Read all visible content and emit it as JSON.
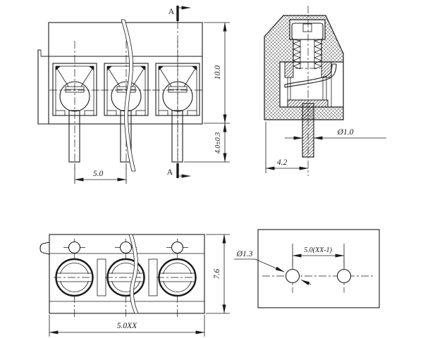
{
  "drawing": {
    "section_label": "A",
    "colors": {
      "line": "#1a1a1a",
      "background": "#ffffff"
    },
    "views": {
      "front": {
        "dims": {
          "pin_pitch": "5.0",
          "body_height": "10.0",
          "pin_length": "4.0±0.3"
        }
      },
      "section": {
        "dims": {
          "pin_diameter": "Ø1.0",
          "pin_offset": "4.2"
        }
      },
      "top": {
        "dims": {
          "overall_length": "5.0XX",
          "body_depth": "7.6"
        }
      },
      "footprint": {
        "dims": {
          "hole_diameter": "Ø1.3",
          "hole_pitch": "5.0(XX-1)"
        }
      }
    }
  }
}
